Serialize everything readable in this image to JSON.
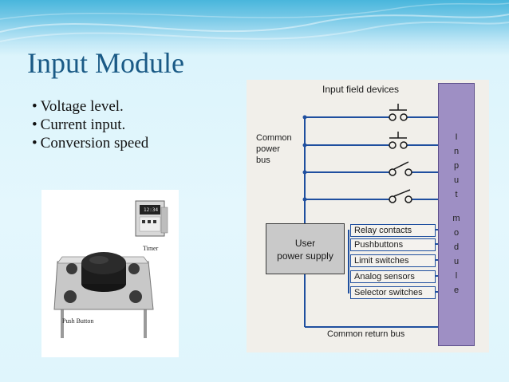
{
  "slide": {
    "title": "Input Module",
    "bullets": [
      "Voltage level.",
      "Current input.",
      "Conversion speed"
    ]
  },
  "photo": {
    "timer_label": "Timer",
    "push_button_label": "Push Button",
    "timer_display": "12:34"
  },
  "diagram": {
    "input_field_devices": "Input field devices",
    "common_power_bus": [
      "Common",
      "power",
      "bus"
    ],
    "user_power_supply": [
      "User",
      "power supply"
    ],
    "labels": [
      "Relay contacts",
      "Pushbuttons",
      "Limit switches",
      "Analog sensors",
      "Selector switches"
    ],
    "common_return_bus": "Common return bus",
    "module_letters": [
      "I",
      "n",
      "p",
      "u",
      "t",
      "m",
      "o",
      "d",
      "u",
      "l",
      "e"
    ]
  },
  "colors": {
    "title": "#1a5a86",
    "wire": "#1f4f9f",
    "module": "#9e8fc4",
    "band": "#49b6dc"
  }
}
